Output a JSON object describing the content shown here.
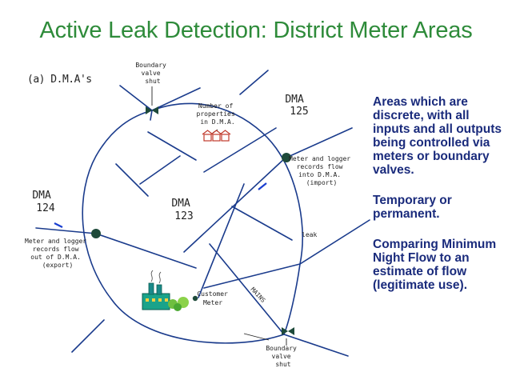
{
  "title": "Active Leak Detection: District Meter Areas",
  "diagram": {
    "panel_label": "(a) D.M.A's",
    "dma_125": [
      "DMA",
      "125"
    ],
    "dma_124": [
      "DMA",
      "124"
    ],
    "dma_123": [
      "DMA",
      "123"
    ],
    "boundary_valve_top": [
      "Boundary",
      "valve",
      "shut"
    ],
    "boundary_valve_bottom": [
      "Boundary",
      "valve",
      "shut"
    ],
    "properties": [
      "Number of",
      "properties",
      "in D.M.A."
    ],
    "meter_import": [
      "Meter and logger",
      "records flow",
      "into D.M.A.",
      "(import)"
    ],
    "meter_export": [
      "Meter and logger",
      "records flow",
      "out of D.M.A.",
      "(export)"
    ],
    "leak": "leak",
    "customer_meter": [
      "Customer",
      "Meter"
    ],
    "mains": "MAINS"
  },
  "notes": [
    "Areas which are discrete, with all inputs and all outputs being controlled via meters or boundary valves.",
    "Temporary or permanent.",
    "Comparing Minimum Night Flow to an estimate of flow (legitimate use)."
  ],
  "colors": {
    "title": "#2e8b3a",
    "notes": "#1a2b7c",
    "meter": "#1e4a3a",
    "flow_arrow": "#1a3fd0",
    "houses": "#c0392b"
  }
}
